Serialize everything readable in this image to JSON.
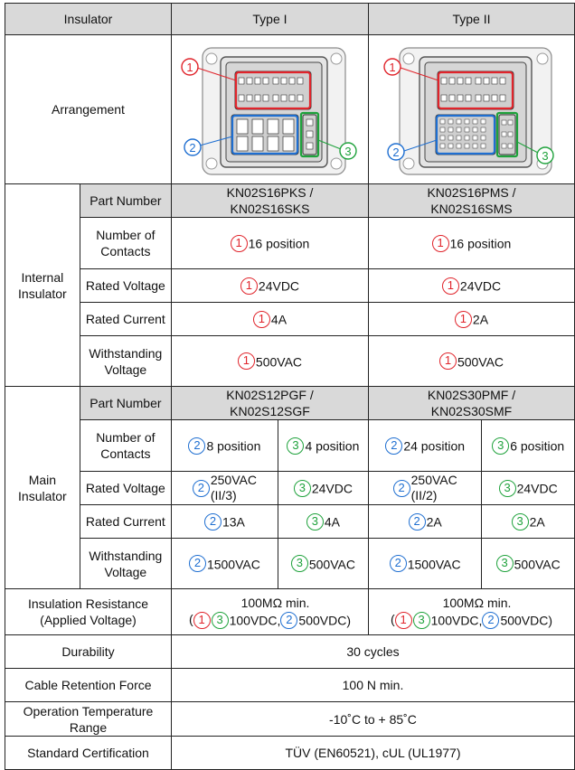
{
  "header": {
    "insulator": "Insulator",
    "type1": "Type I",
    "type2": "Type II"
  },
  "arrangement": {
    "label": "Arrangement",
    "marker1": "1",
    "marker2": "2",
    "marker3": "3",
    "colors": {
      "region1": "#e0242b",
      "region2": "#1f6fd1",
      "region3": "#1fa23c"
    }
  },
  "internal": {
    "group_line1": "Internal",
    "group_line2": "Insulator",
    "part_number_label": "Part Number",
    "part_type1_line1": "KN02S16PKS /",
    "part_type1_line2": "KN02S16SKS",
    "part_type2_line1": "KN02S16PMS /",
    "part_type2_line2": "KN02S16SMS",
    "contacts_label_line1": "Number of",
    "contacts_label_line2": "Contacts",
    "contacts_type1": "16 position",
    "contacts_type2": "16 position",
    "voltage_label": "Rated Voltage",
    "voltage_type1": "24VDC",
    "voltage_type2": "24VDC",
    "current_label": "Rated Current",
    "current_type1": "4A",
    "current_type2": "2A",
    "withstand_label_line1": "Withstanding",
    "withstand_label_line2": "Voltage",
    "withstand_type1": "500VAC",
    "withstand_type2": "500VAC"
  },
  "main": {
    "group_line1": "Main",
    "group_line2": "Insulator",
    "part_number_label": "Part Number",
    "part_type1_line1": "KN02S12PGF /",
    "part_type1_line2": "KN02S12SGF",
    "part_type2_line1": "KN02S30PMF /",
    "part_type2_line2": "KN02S30SMF",
    "contacts_label_line1": "Number of",
    "contacts_label_line2": "Contacts",
    "contacts_t1_c2": "8 position",
    "contacts_t1_c3": "4 position",
    "contacts_t2_c2": "24 position",
    "contacts_t2_c3": "6 position",
    "voltage_label": "Rated Voltage",
    "voltage_t1_c2_line1": "250VAC",
    "voltage_t1_c2_line2": "(II/3)",
    "voltage_t1_c3": "24VDC",
    "voltage_t2_c2_line1": "250VAC",
    "voltage_t2_c2_line2": "(II/2)",
    "voltage_t2_c3": "24VDC",
    "current_label": "Rated Current",
    "current_t1_c2": "13A",
    "current_t1_c3": "4A",
    "current_t2_c2": "2A",
    "current_t2_c3": "2A",
    "withstand_label_line1": "Withstanding",
    "withstand_label_line2": "Voltage",
    "withstand_t1_c2": "1500VAC",
    "withstand_t1_c3": "500VAC",
    "withstand_t2_c2": "1500VAC",
    "withstand_t2_c3": "500VAC"
  },
  "insulation": {
    "label_line1": "Insulation Resistance",
    "label_line2": "(Applied Voltage)",
    "value_line1": "100MΩ min.",
    "value_open": "(",
    "value_a": "100VDC,",
    "value_b": "500VDC)"
  },
  "durability": {
    "label": "Durability",
    "value": "30 cycles"
  },
  "retention": {
    "label": "Cable Retention Force",
    "value": "100 N min."
  },
  "temperature": {
    "label_line1": "Operation Temperature",
    "label_line2": "Range",
    "value": "-10˚C to + 85˚C"
  },
  "certification": {
    "label": "Standard Certification",
    "value": "TÜV (EN60521), cUL (UL1977)"
  }
}
